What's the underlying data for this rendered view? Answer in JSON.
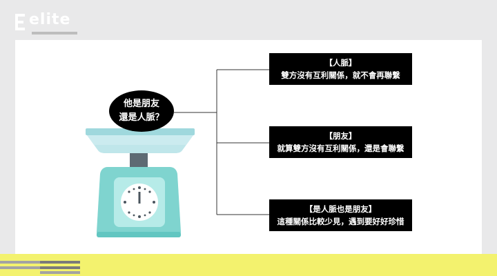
{
  "brand": {
    "logo_text": "elite"
  },
  "diagram": {
    "center_line1": "他是朋友",
    "center_line2": "還是人脈？",
    "boxes": [
      {
        "title": "【人脈】",
        "body": "雙方沒有互利關係，就不會再聯繫"
      },
      {
        "title": "【朋友】",
        "body": "就算雙方沒有互利關係，還是會聯繫"
      },
      {
        "title": "【是人脈也是朋友】",
        "body": "這種關係比較少見，遇到要好好珍惜"
      }
    ]
  },
  "colors": {
    "teal": "#7fd4cf",
    "teal_light": "#bfe6ea",
    "dark_gray": "#5e6a73",
    "highlight_yellow": "#f3f26e"
  }
}
